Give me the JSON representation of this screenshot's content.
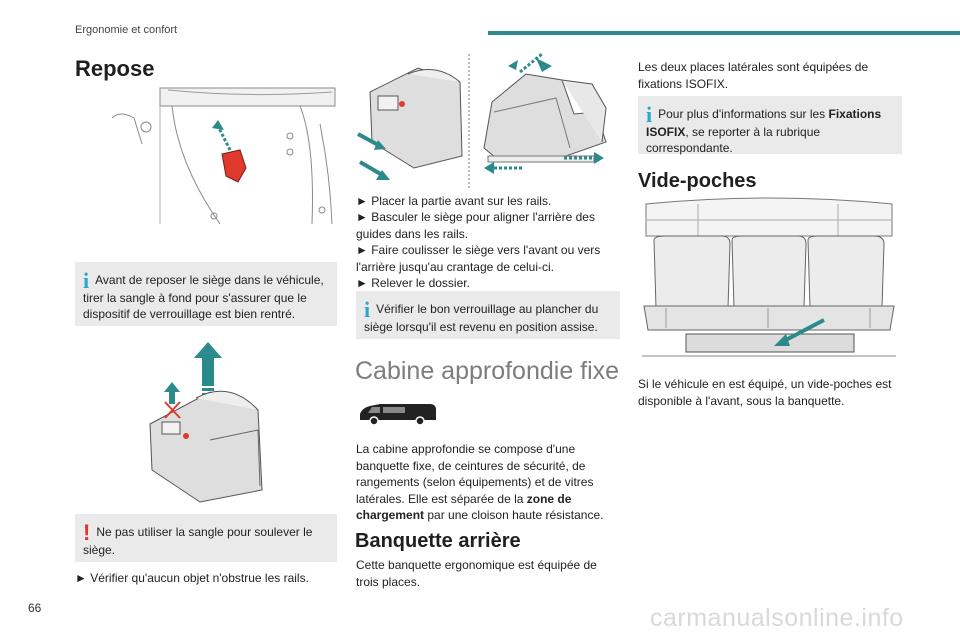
{
  "header": {
    "section": "Ergonomie et confort"
  },
  "page_number": "66",
  "watermark": "carmanualsonline.info",
  "col1": {
    "heading": "Repose",
    "note_info": "Avant de reposer le siège dans le véhicule, tirer la sangle à fond pour s'assurer que le dispositif de verrouillage est bien rentré.",
    "note_warning": "Ne pas utiliser la sangle pour soulever le siège.",
    "step": "► Vérifier qu'aucun objet n'obstrue les rails."
  },
  "col2": {
    "steps": [
      "► Placer la partie avant sur les rails.",
      "► Basculer le siège pour aligner l'arrière des guides dans les rails.",
      "► Faire coulisser le siège vers l'avant ou vers l'arrière jusqu'au crantage de celui-ci.",
      "► Relever le dossier."
    ],
    "note_info": "Vérifier le bon verrouillage au plancher du siège lorsqu'il est revenu en position assise.",
    "heading_cabine": "Cabine approfondie fixe",
    "cabine_text_before": "La cabine approfondie se compose d'une banquette fixe, de ceintures de sécurité, de rangements (selon équipements) et de vitres latérales. Elle est séparée de la ",
    "cabine_text_bold": "zone de chargement",
    "cabine_text_after": " par une cloison haute résistance.",
    "heading_banquette": "Banquette arrière",
    "banquette_text": "Cette banquette ergonomique est équipée de trois places."
  },
  "col3": {
    "isofix_text": "Les deux places latérales sont équipées de fixations ISOFIX.",
    "note_before": "Pour plus d'informations sur les ",
    "note_bold": "Fixations ISOFIX",
    "note_after": ", se reporter à la rubrique correspondante.",
    "heading_vide": "Vide-poches",
    "vide_text": "Si le véhicule en est équipé, un vide-poches est disponible à l'avant, sous la banquette."
  },
  "colors": {
    "accent": "#2d8a8c",
    "info_icon": "#2aa6c9",
    "warning_icon": "#e3312c",
    "note_bg": "#eaeaea"
  }
}
